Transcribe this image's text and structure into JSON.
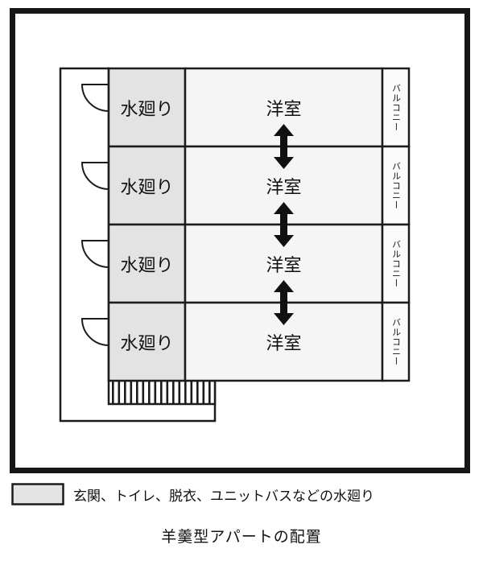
{
  "colors": {
    "water_fill": "#e3e3e3",
    "room_fill": "#f5f5f5",
    "balcony_fill": "#fbfbfb",
    "corridor_fill": "#ffffff",
    "line": "#1c1c1c"
  },
  "plan": {
    "units": [
      {
        "water_label": "水廻り",
        "room_label": "洋室",
        "balcony_label": "バルコニー"
      },
      {
        "water_label": "水廻り",
        "room_label": "洋室",
        "balcony_label": "バルコニー"
      },
      {
        "water_label": "水廻り",
        "room_label": "洋室",
        "balcony_label": "バルコニー"
      },
      {
        "water_label": "水廻り",
        "room_label": "洋室",
        "balcony_label": "バルコニー"
      }
    ]
  },
  "legend": {
    "label": "玄関、トイレ、脱衣、ユニットバスなどの水廻り"
  },
  "caption": "羊羹型アパートの配置"
}
